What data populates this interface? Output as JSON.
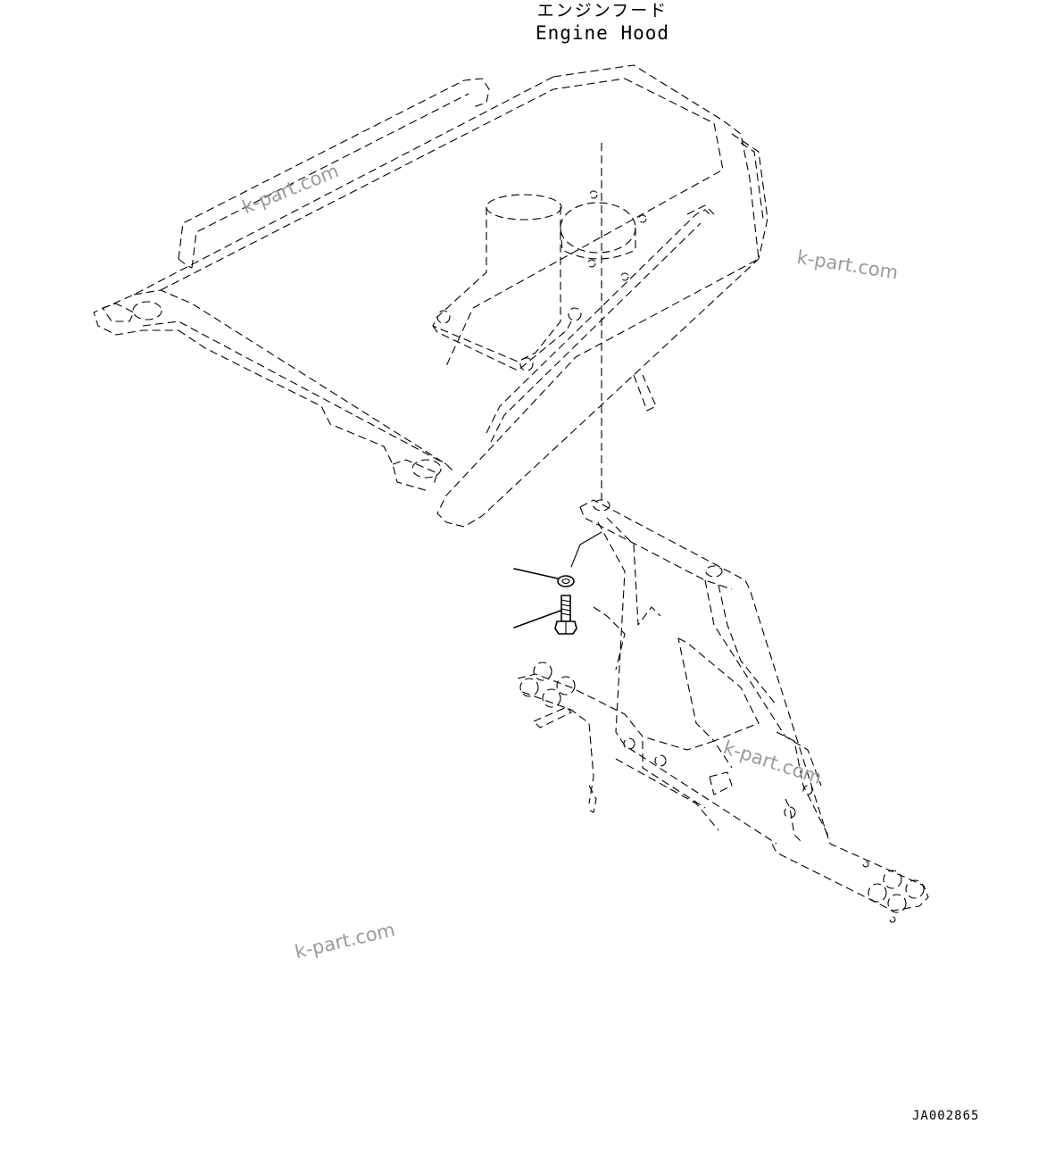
{
  "title": {
    "japanese": "エンジンフード",
    "english": "Engine Hood"
  },
  "watermarks": [
    "k-part.com",
    "k-part.com",
    "k-part.com",
    "k-part.com"
  ],
  "drawing_id": "JA002865",
  "parts": {
    "engine_hood": "engine-hood",
    "support_bracket": "hood-support-bracket",
    "washer": "washer",
    "bolt": "bolt"
  },
  "colors": {
    "line": "#000000",
    "watermark": "#9a9a9a",
    "background": "#ffffff"
  }
}
